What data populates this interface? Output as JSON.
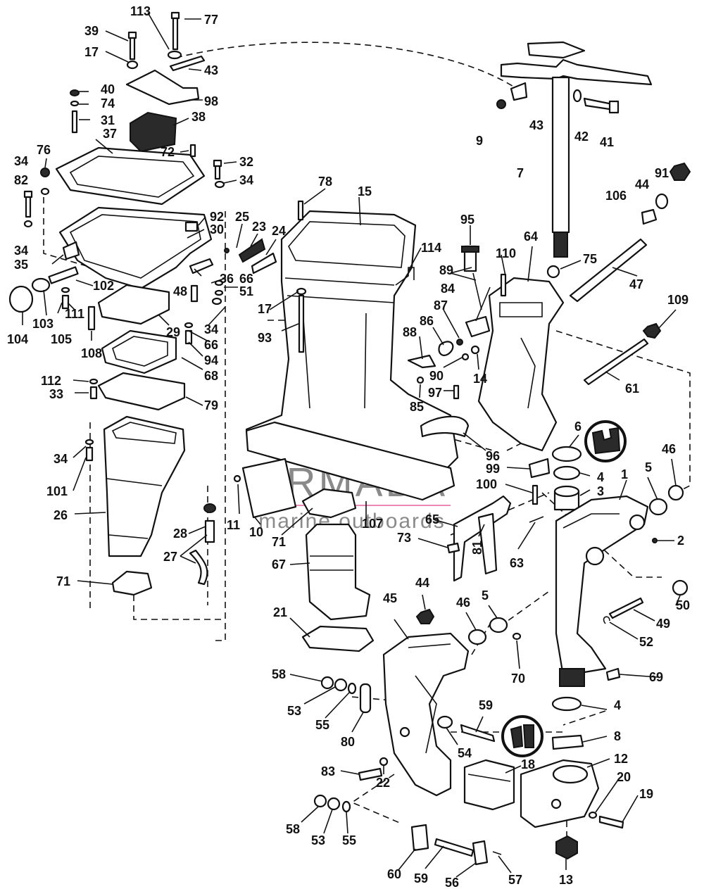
{
  "watermark": {
    "brand": "ARMADA",
    "tagline": "marine outboards",
    "brand_color": "#e23a8a",
    "logo": "propeller-logo"
  },
  "callouts": [
    "113",
    "77",
    "39",
    "17",
    "43",
    "40",
    "74",
    "98",
    "31",
    "38",
    "37",
    "76",
    "72",
    "32",
    "34",
    "82",
    "92",
    "30",
    "35",
    "9",
    "43b",
    "42",
    "41",
    "7",
    "91",
    "44",
    "106",
    "15",
    "78",
    "25",
    "23",
    "24",
    "114",
    "95",
    "110",
    "89",
    "64",
    "75",
    "47",
    "102",
    "48",
    "36",
    "66",
    "51",
    "104",
    "103",
    "105",
    "111",
    "108",
    "29",
    "34b",
    "66b",
    "94",
    "68",
    "112",
    "33",
    "79",
    "17b",
    "93",
    "88",
    "86",
    "84",
    "87",
    "90",
    "14",
    "109",
    "61",
    "97",
    "85",
    "6",
    "46",
    "96",
    "99",
    "4",
    "5",
    "1",
    "100",
    "3",
    "2",
    "34c",
    "101",
    "26",
    "11",
    "10",
    "71",
    "107",
    "65",
    "73",
    "81",
    "63",
    "28",
    "27",
    "71b",
    "67",
    "50",
    "49",
    "21",
    "44b",
    "46b",
    "5b",
    "45",
    "52",
    "70",
    "69",
    "58",
    "53",
    "55",
    "80",
    "59",
    "4b",
    "8",
    "54",
    "83",
    "22",
    "18",
    "12",
    "20",
    "19",
    "58b",
    "53b",
    "55b",
    "60",
    "59b",
    "56",
    "57",
    "13"
  ],
  "labels": {
    "113": "113",
    "77": "77",
    "39": "39",
    "17": "17",
    "43": "43",
    "40": "40",
    "74": "74",
    "98": "98",
    "31": "31",
    "38": "38",
    "37": "37",
    "76": "76",
    "72": "72",
    "32": "32",
    "34": "34",
    "82": "82",
    "92": "92",
    "30": "30",
    "35": "35",
    "9": "9",
    "43b": "43",
    "42": "42",
    "41": "41",
    "7": "7",
    "91": "91",
    "44": "44",
    "106": "106",
    "15": "15",
    "78": "78",
    "25": "25",
    "23": "23",
    "24": "24",
    "114": "114",
    "95": "95",
    "110": "110",
    "89": "89",
    "64": "64",
    "75": "75",
    "47": "47",
    "102": "102",
    "48": "48",
    "36": "36",
    "66": "66",
    "51": "51",
    "104": "104",
    "103": "103",
    "105": "105",
    "111": "111",
    "108": "108",
    "29": "29",
    "34b": "34",
    "66b": "66",
    "94": "94",
    "68": "68",
    "112": "112",
    "33": "33",
    "79": "79",
    "17b": "17",
    "93": "93",
    "88": "88",
    "86": "86",
    "84": "84",
    "87": "87",
    "90": "90",
    "14": "14",
    "109": "109",
    "61": "61",
    "97": "97",
    "85": "85",
    "6": "6",
    "46": "46",
    "96": "96",
    "99": "99",
    "4": "4",
    "5": "5",
    "1": "1",
    "100": "100",
    "3": "3",
    "2": "2",
    "34c": "34",
    "101": "101",
    "26": "26",
    "11": "11",
    "10": "10",
    "71": "71",
    "107": "107",
    "65": "65",
    "73": "73",
    "81": "81",
    "63": "63",
    "28": "28",
    "27": "27",
    "71b": "71",
    "67": "67",
    "50": "50",
    "49": "49",
    "21": "21",
    "44b": "44",
    "46b": "46",
    "5b": "5",
    "45": "45",
    "52": "52",
    "70": "70",
    "69": "69",
    "58": "58",
    "53": "53",
    "55": "55",
    "80": "80",
    "59": "59",
    "4b": "4",
    "8": "8",
    "54": "54",
    "83": "83",
    "22": "22",
    "18": "18",
    "12": "12",
    "20": "20",
    "19": "19",
    "58b": "58",
    "53b": "53",
    "55b": "55",
    "60": "60",
    "59b": "59",
    "56": "56",
    "57": "57",
    "13": "13"
  }
}
